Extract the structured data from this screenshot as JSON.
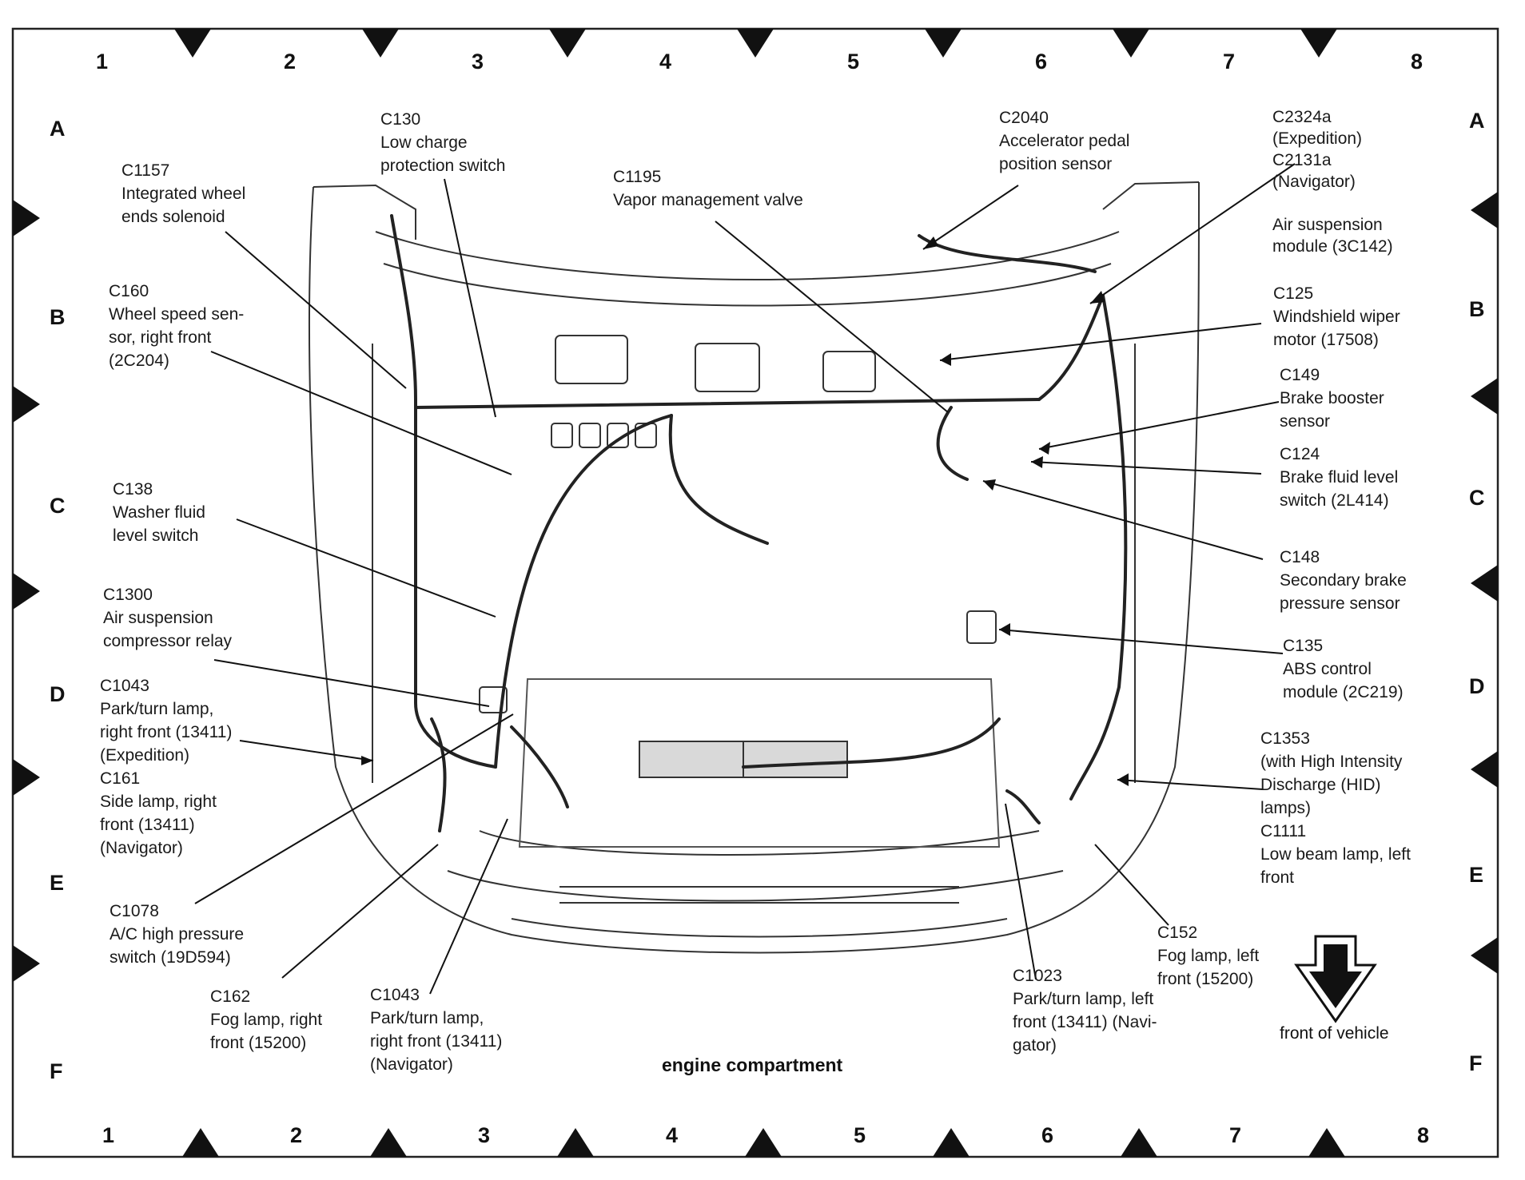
{
  "grid": {
    "columns": [
      "1",
      "2",
      "3",
      "4",
      "5",
      "6",
      "7",
      "8"
    ],
    "rows": [
      "A",
      "B",
      "C",
      "D",
      "E",
      "F"
    ]
  },
  "title": "engine compartment",
  "front_note": "front of vehicle",
  "callouts": [
    {
      "id": "c1157",
      "lines": [
        "C1157",
        "Integrated wheel",
        "ends solenoid"
      ]
    },
    {
      "id": "c130",
      "lines": [
        "C130",
        "Low charge",
        "protection switch"
      ]
    },
    {
      "id": "c1195",
      "lines": [
        "C1195",
        "Vapor management valve"
      ]
    },
    {
      "id": "c2040",
      "lines": [
        "C2040",
        "Accelerator pedal",
        "position sensor"
      ]
    },
    {
      "id": "c2324a",
      "lines": [
        "C2324a",
        "(Expedition)",
        "C2131a",
        "(Navigator)",
        "",
        "Air suspension",
        "module (3C142)"
      ]
    },
    {
      "id": "c160",
      "lines": [
        "C160",
        "Wheel speed sen-",
        "sor, right front",
        "(2C204)"
      ]
    },
    {
      "id": "c125",
      "lines": [
        "C125",
        "Windshield wiper",
        "motor (17508)"
      ]
    },
    {
      "id": "c149",
      "lines": [
        "C149",
        "Brake booster",
        "sensor"
      ]
    },
    {
      "id": "c124",
      "lines": [
        "C124",
        "Brake fluid level",
        "switch (2L414)"
      ]
    },
    {
      "id": "c138",
      "lines": [
        "C138",
        "Washer fluid",
        "level switch"
      ]
    },
    {
      "id": "c148",
      "lines": [
        "C148",
        "Secondary brake",
        "pressure sensor"
      ]
    },
    {
      "id": "c1300",
      "lines": [
        "C1300",
        "Air suspension",
        "compressor relay"
      ]
    },
    {
      "id": "c135",
      "lines": [
        "C135",
        "ABS control",
        "module (2C219)"
      ]
    },
    {
      "id": "c1043a",
      "lines": [
        "C1043",
        "Park/turn lamp,",
        "right front (13411)",
        "(Expedition)",
        "C161",
        "Side lamp, right",
        "front (13411)",
        "(Navigator)"
      ]
    },
    {
      "id": "c1353",
      "lines": [
        "C1353",
        "(with High Intensity",
        "Discharge (HID)",
        "lamps)",
        "C1111",
        "Low beam lamp, left",
        "front"
      ]
    },
    {
      "id": "c1078",
      "lines": [
        "C1078",
        "A/C high pressure",
        "switch (19D594)"
      ]
    },
    {
      "id": "c162",
      "lines": [
        "C162",
        "Fog lamp, right",
        "front (15200)"
      ]
    },
    {
      "id": "c1043b",
      "lines": [
        "C1043",
        "Park/turn lamp,",
        "right front (13411)",
        "(Navigator)"
      ]
    },
    {
      "id": "c1023",
      "lines": [
        "C1023",
        "Park/turn lamp, left",
        "front (13411) (Navi-",
        "gator)"
      ]
    },
    {
      "id": "c152",
      "lines": [
        "C152",
        "Fog lamp, left",
        "front (15200)"
      ]
    }
  ]
}
